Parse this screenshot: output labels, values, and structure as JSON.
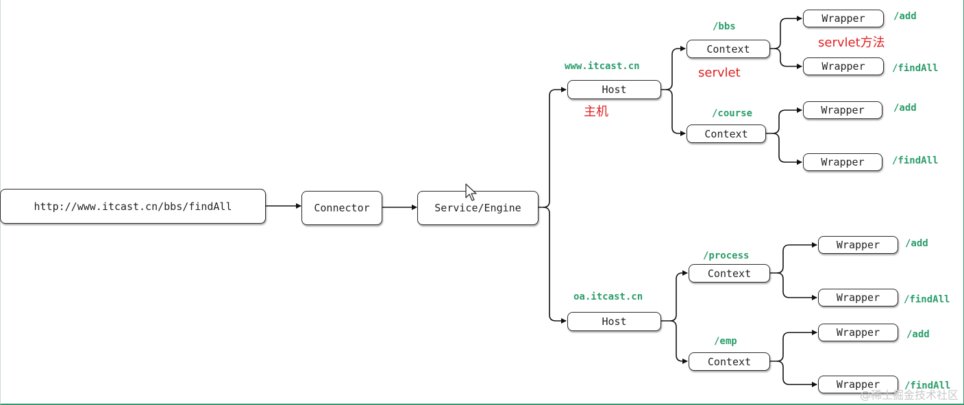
{
  "nodes": {
    "url": "http://www.itcast.cn/bbs/findAll",
    "connector": "Connector",
    "engine": "Service/Engine",
    "host1": "Host",
    "host2": "Host",
    "ctx_bbs": "Context",
    "ctx_course": "Context",
    "ctx_process": "Context",
    "ctx_emp": "Context",
    "wrapper": "Wrapper"
  },
  "labels": {
    "host1_name": "www.itcast.cn",
    "host2_name": "oa.itcast.cn",
    "ctx_bbs": "/bbs",
    "ctx_course": "/course",
    "ctx_process": "/process",
    "ctx_emp": "/emp",
    "add": "/add",
    "findAll": "/findAll"
  },
  "notes": {
    "host": "主机",
    "servlet": "servlet",
    "servlet_method": "servlet方法"
  },
  "watermark": "@稀土掘金技术社区",
  "colors": {
    "green_label": "#2a9d6a",
    "red_note": "#e02020",
    "frame": "#2e9b6e"
  }
}
